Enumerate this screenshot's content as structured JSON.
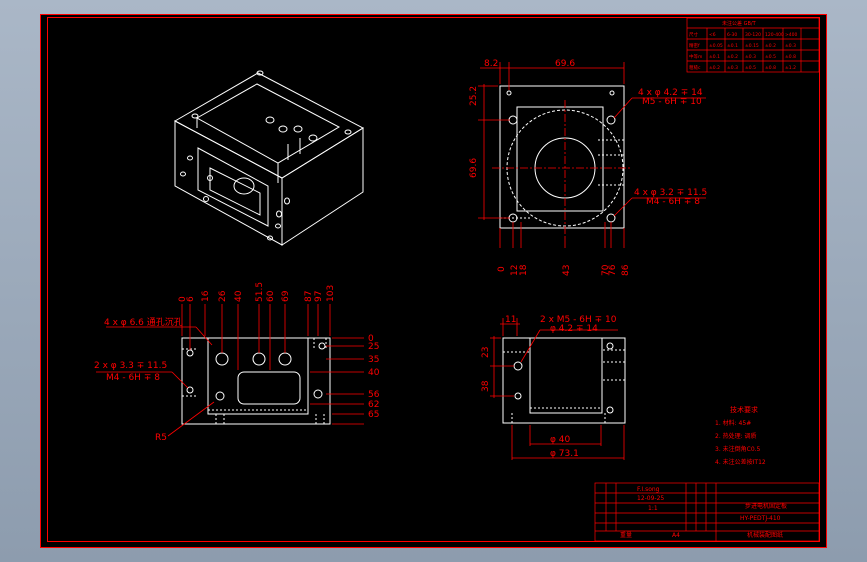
{
  "colors": {
    "background": "#000000",
    "frame": "#ff0000",
    "geometry": "#ffffff",
    "dimension": "#ff0000",
    "viewport_bg": "#a9b6c6"
  },
  "top_view": {
    "dims_top": [
      "8.2",
      "69.6"
    ],
    "dims_left": [
      "25.2",
      "69.6"
    ],
    "dims_bottom": [
      "0",
      "12",
      "18",
      "43",
      "70",
      "76",
      "86"
    ],
    "callout_1": [
      "4 x φ 4.2 ∓ 14",
      "M5 - 6H ∓ 10"
    ],
    "callout_2": [
      "4 x φ 3.2 ∓ 11.5",
      "M4 - 6H ∓ 8"
    ]
  },
  "front_view": {
    "dims_top": [
      "0",
      "6",
      "16",
      "26",
      "40",
      "51.5",
      "60",
      "69",
      "87",
      "97",
      "103"
    ],
    "dims_right": [
      "0",
      "25",
      "35",
      "40",
      "56",
      "62",
      "65"
    ],
    "callout_1": "4 x φ 6.6 通孔沉孔",
    "callout_2": [
      "2 x φ 3.3 ∓ 11.5",
      "M4 - 6H ∓ 8"
    ],
    "radius": "R5"
  },
  "side_view": {
    "dim_top": "11",
    "callout": [
      "2 x M5 - 6H ∓ 10",
      "φ 4.2 ∓ 14"
    ],
    "dims_left": [
      "23",
      "38"
    ],
    "dims_bottom": [
      "φ 40",
      "φ 73.1"
    ]
  },
  "notes": {
    "title": "技术要求",
    "items": [
      "1. 材料: 45#",
      "2. 热处理: 调质",
      "3. 未注倒角C0.5",
      "4. 未注公差按IT12"
    ]
  },
  "title_block": {
    "designer": "F.I.song",
    "date": "12-09-25",
    "scale": "1:1",
    "part_name": "步进电机固定板",
    "drawing_no": "HY-PEDTJ-410",
    "material_label": "重量",
    "sheet": "A4",
    "company": "机械装配图纸"
  },
  "tolerance_table": {
    "title": "未注公差 GB/T",
    "headers": [
      "尺寸",
      "<6",
      "6-30",
      "30-120",
      "120-400",
      ">400"
    ],
    "rows": [
      [
        "精密f",
        "±0.05",
        "±0.1",
        "±0.15",
        "±0.2",
        "±0.3"
      ],
      [
        "中等m",
        "±0.1",
        "±0.2",
        "±0.3",
        "±0.5",
        "±0.8"
      ],
      [
        "粗糙c",
        "±0.2",
        "±0.3",
        "±0.5",
        "±0.8",
        "±1.2"
      ]
    ]
  }
}
